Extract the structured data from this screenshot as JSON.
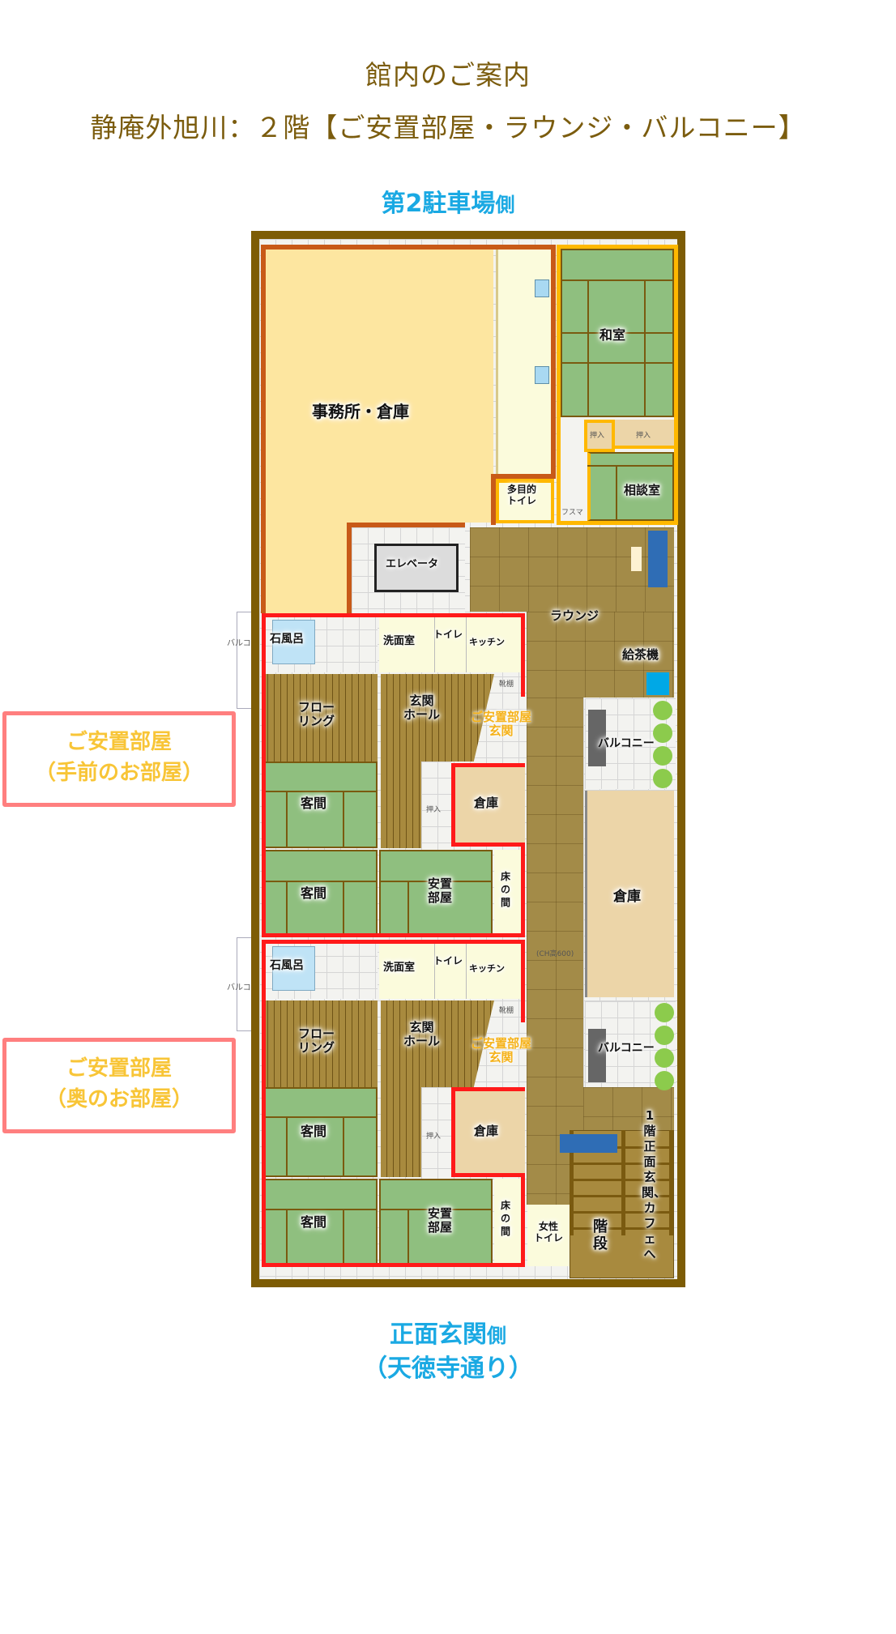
{
  "header": {
    "title": "館内のご案内",
    "subtitle": "静庵外旭川：２階【ご安置部屋・ラウンジ・バルコニー】"
  },
  "orientation": {
    "top_side": "第2駐車場",
    "top_side_suffix": "側",
    "bottom_side_line1": "正面玄関",
    "bottom_side_suffix": "側",
    "bottom_side_line2": "（天徳寺通り）"
  },
  "legend": [
    {
      "line1": "ご安置部屋",
      "line2": "（手前のお部屋）"
    },
    {
      "line1": "ご安置部屋",
      "line2": "（奥のお部屋）"
    }
  ],
  "colors": {
    "title": "#7b5c0e",
    "orientation_text": "#1aa9e3",
    "outer_wall": "#7d5c05",
    "office_outline": "#c85a18",
    "washitsu_outline": "#ffb800",
    "anchi_outline": "#ff1a1a",
    "legend_border": "#ff7f7f",
    "legend_text": "#f8c537"
  },
  "floorplan": {
    "office": "事務所・倉庫",
    "washitsu": "和室",
    "oshiire_a": "押入",
    "oshiire_b": "押入",
    "soudan": "相談室",
    "fusuma": "フスマ",
    "tamokuteki_1": "多目的",
    "tamokuteki_2": "トイレ",
    "elevator": "エレベータ",
    "lounge": "ラウンジ",
    "tea": "給茶機",
    "balcony": "バルコニー",
    "balcony_outside": "バルコ",
    "storage_big": "倉庫",
    "ch_note": "(CH高600)",
    "stairs": "階段",
    "to_first_floor": "1階正面玄関、カフェへ",
    "womens_toilet_1": "女性",
    "womens_toilet_2": "トイレ",
    "suite": {
      "bath": "石風呂",
      "washroom": "洗面室",
      "toilet": "トイレ",
      "kitchen": "キッチン",
      "shoe": "靴棚",
      "flooring_1": "フロー",
      "flooring_2": "リング",
      "hall_1": "玄関",
      "hall_2": "ホール",
      "entrance_1": "ご安置部屋",
      "entrance_2": "玄関",
      "guest": "客間",
      "storage": "倉庫",
      "closet": "押入",
      "anchi_1": "安置",
      "anchi_2": "部屋",
      "toko_1": "床",
      "toko_2": "の",
      "toko_3": "間"
    }
  }
}
